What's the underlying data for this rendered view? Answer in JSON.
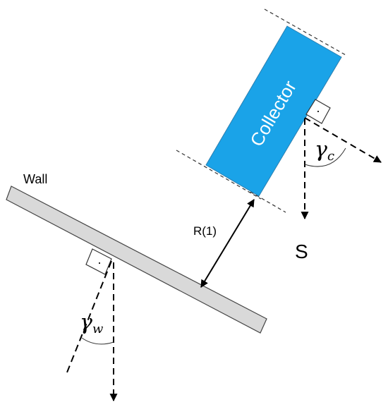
{
  "labels": {
    "wall": "Wall",
    "collector": "Collector",
    "distance": "R(1)",
    "south": "S",
    "gamma_c_symbol": "γ",
    "gamma_c_sub": "c",
    "gamma_w_symbol": "γ",
    "gamma_w_sub": "w",
    "perp_mark_dot": "·"
  },
  "colors": {
    "collector_fill": "#1aa3e8",
    "wall_fill": "#d9d9d9",
    "outline": "#444444",
    "line": "#000000"
  }
}
